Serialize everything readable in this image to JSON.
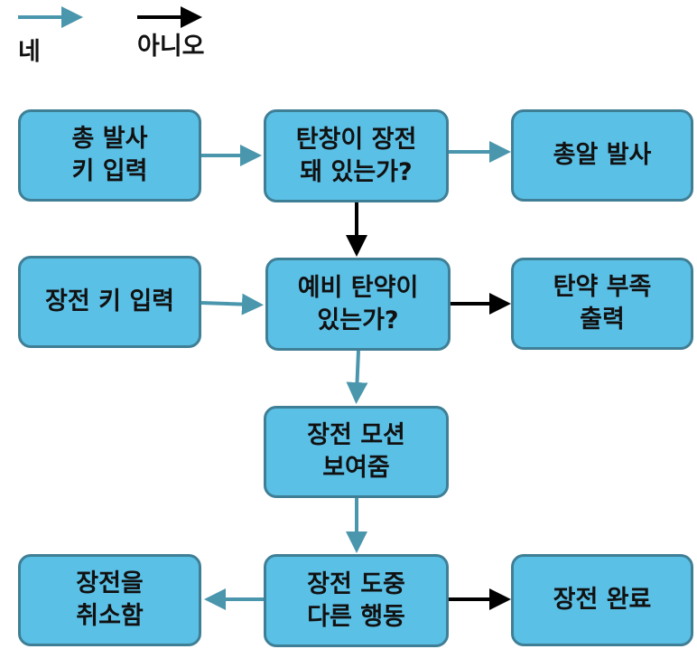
{
  "legend": {
    "yes_label": "네",
    "no_label": "아니오"
  },
  "colors": {
    "node_fill": "#5bc0e6",
    "node_border": "#3f7f96",
    "yes_arrow": "#4a96ad",
    "no_arrow": "#000000"
  },
  "nodes": {
    "fire_key_input": "총 발사\n키 입력",
    "magazine_loaded": "탄창이 장전\n돼 있는가?",
    "fire_bullet": "총알 발사",
    "reload_key_input": "장전 키 입력",
    "spare_ammo": "예비 탄약이\n있는가?",
    "ammo_shortage": "탄약 부족\n출력",
    "show_reload_motion": "장전 모션\n보여줌",
    "other_action": "장전 도중\n다른 행동",
    "cancel_reload": "장전을\n취소함",
    "reload_complete": "장전 완료"
  }
}
